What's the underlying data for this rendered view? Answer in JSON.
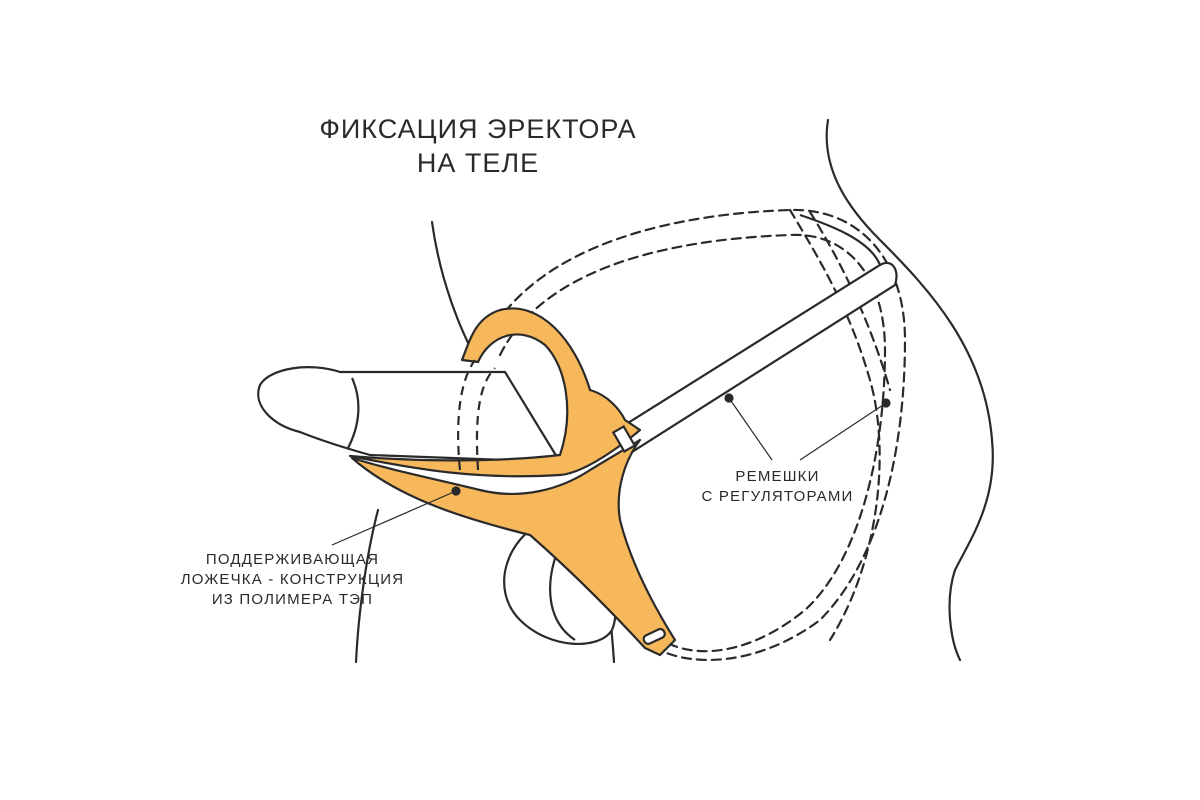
{
  "title": {
    "line1": "ФИКСАЦИЯ ЭРЕКТОРА",
    "line2": "НА ТЕЛЕ"
  },
  "labels": {
    "straps": {
      "line1": "РЕМЕШКИ",
      "line2": "С РЕГУЛЯТОРАМИ"
    },
    "support": {
      "line1": "ПОДДЕРЖИВАЮЩАЯ",
      "line2": "ЛОЖЕЧКА - КОНСТРУКЦИЯ",
      "line3": "ИЗ ПОЛИМЕРА ТЭП"
    }
  },
  "colors": {
    "harness": "#F7B85C",
    "line": "#2a2a2a"
  }
}
